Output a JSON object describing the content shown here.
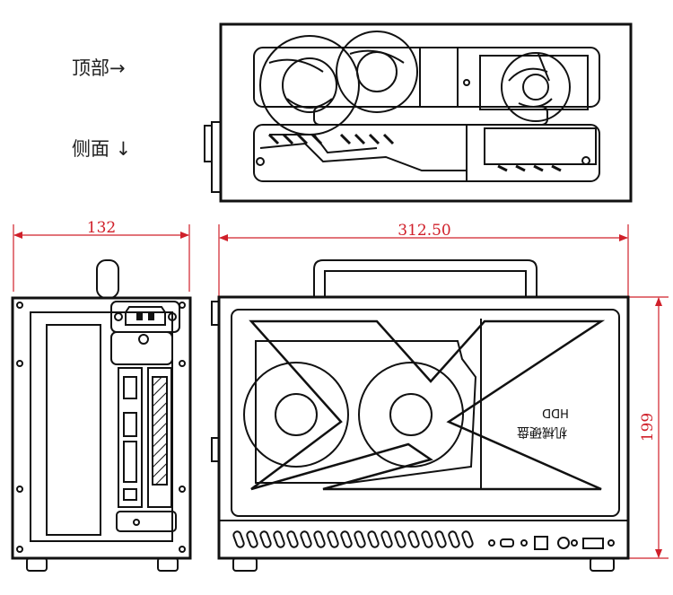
{
  "labels": {
    "top_view": "顶部→",
    "side_view": "侧面 ↓"
  },
  "dimensions": {
    "width": "132",
    "length": "312.50",
    "height": "199"
  },
  "side_panel_text": {
    "line1": "机械硬盘",
    "line2": "HDD"
  },
  "colors": {
    "line": "#111111",
    "dimension": "#d0202a"
  }
}
